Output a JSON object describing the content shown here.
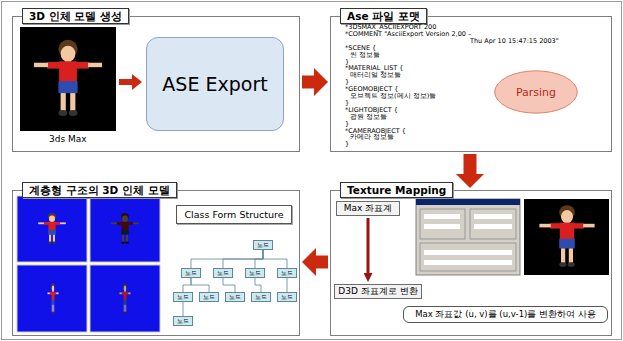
{
  "diagram": {
    "nodes": [
      {
        "text": [
          "3D 인체 모델 생성"
        ]
      },
      {
        "text": [
          "ASE Export"
        ],
        "in": 0
      },
      {
        "text": [
          "Ase 파일 포맷"
        ]
      },
      {
        "text": [
          "Parsing"
        ],
        "in": 2
      },
      {
        "text": [
          "Texture Mapping"
        ]
      },
      {
        "text": [
          "Max 좌표계"
        ],
        "in": 4
      },
      {
        "text": [
          "D3D 좌표계로 변환"
        ],
        "in": 4
      },
      {
        "text": [
          "Max 좌표값 (u, v)를 (u,v-1)를 변환하여 사용"
        ],
        "in": 4
      },
      {
        "text": [
          "계층형 구조의 3D 인체 모델"
        ]
      },
      {
        "text": [
          "Class Form Structure"
        ],
        "in": 8
      },
      {
        "text": [
          "노드"
        ],
        "in": 8
      },
      {
        "text": [
          "노드"
        ],
        "in": 8
      },
      {
        "text": [
          "노드"
        ],
        "in": 8
      },
      {
        "text": [
          "노드"
        ],
        "in": 8
      },
      {
        "text": [
          "노드"
        ],
        "in": 8
      },
      {
        "text": [
          "노드"
        ],
        "in": 8
      },
      {
        "text": [
          "노드"
        ],
        "in": 8
      },
      {
        "text": [
          "노드"
        ],
        "in": 8
      },
      {
        "text": [
          "노드"
        ],
        "in": 8
      },
      {
        "text": [
          "노드"
        ],
        "in": 8
      },
      {
        "text": [
          "노드"
        ],
        "in": 8
      }
    ],
    "edges": [
      {
        "from": 0,
        "to": 2,
        "arrow": "to"
      },
      {
        "from": 2,
        "to": 4,
        "arrow": "to"
      },
      {
        "from": 4,
        "to": 8,
        "arrow": "to"
      },
      {
        "from": 5,
        "to": 6,
        "arrow": "to"
      },
      {
        "from": 10,
        "to": 11,
        "arrow": "none"
      },
      {
        "from": 10,
        "to": 12,
        "arrow": "none"
      },
      {
        "from": 10,
        "to": 13,
        "arrow": "none"
      },
      {
        "from": 10,
        "to": 14,
        "arrow": "none"
      },
      {
        "from": 11,
        "to": 15,
        "arrow": "none"
      },
      {
        "from": 11,
        "to": 16,
        "arrow": "none"
      },
      {
        "from": 12,
        "to": 17,
        "arrow": "none"
      },
      {
        "from": 13,
        "to": 18,
        "arrow": "none"
      },
      {
        "from": 14,
        "to": 19,
        "arrow": "none"
      },
      {
        "from": 15,
        "to": 20,
        "arrow": "none"
      }
    ],
    "labels": [
      "3ds Max",
      "*3DSMAX_ASCIIEXPORT 200",
      "*COMMENT \"AsciiExport Version 2,00 –",
      "Thu Apr 10 15:47:15 2003\"",
      "*SCENE {",
      "씬 정보들",
      "}",
      "*MATERIAL_LIST {",
      "매터리얼 정보들",
      "}",
      "*GEOMOBJECT {",
      "오브젝트 정보(메시 정보)들",
      "}",
      "*LIGHTOBJECT {",
      "광원 정보들",
      "}",
      "*CAMERAOBJECT {",
      "카메라 정보들",
      "}"
    ]
  }
}
